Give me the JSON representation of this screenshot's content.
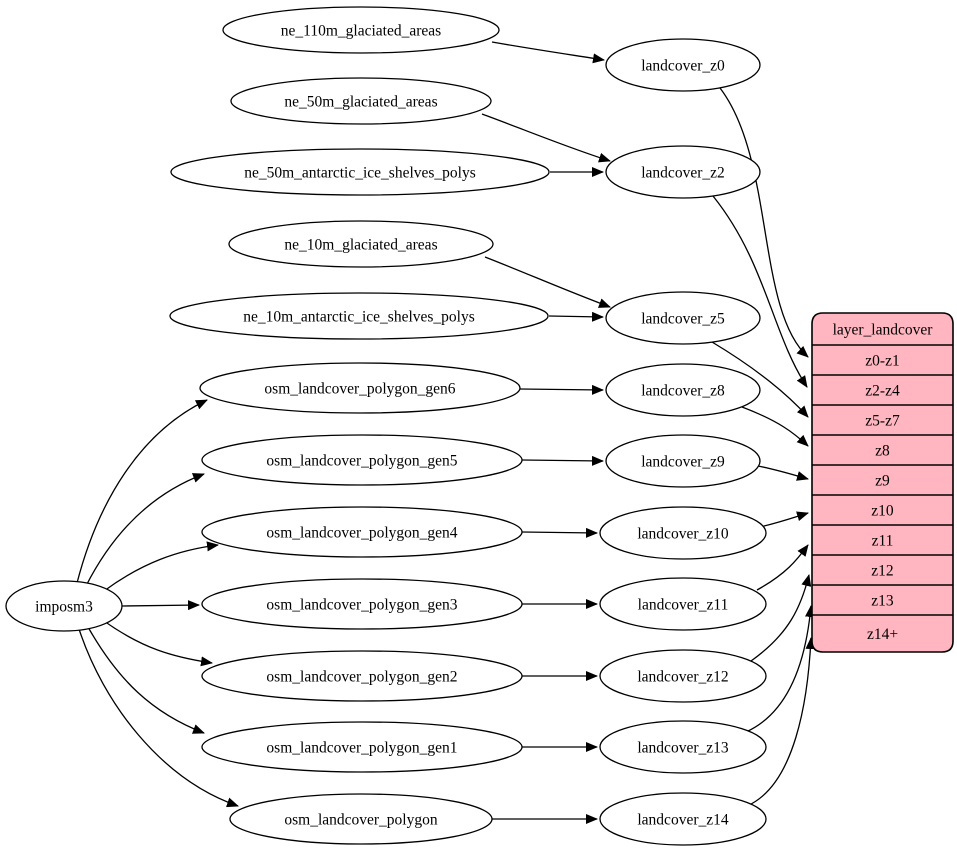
{
  "diagram": {
    "background_color": "#ffffff",
    "line_color": "#000000",
    "text_color": "#000000",
    "table_fill_color": "#ffb6c1"
  },
  "nodes": [
    {
      "id": "imposm3",
      "label": "imposm3"
    },
    {
      "id": "ne_110m_glaciated_areas",
      "label": "ne_110m_glaciated_areas"
    },
    {
      "id": "ne_50m_glaciated_areas",
      "label": "ne_50m_glaciated_areas"
    },
    {
      "id": "ne_50m_antarctic_ice_shelves_polys",
      "label": "ne_50m_antarctic_ice_shelves_polys"
    },
    {
      "id": "ne_10m_glaciated_areas",
      "label": "ne_10m_glaciated_areas"
    },
    {
      "id": "ne_10m_antarctic_ice_shelves_polys",
      "label": "ne_10m_antarctic_ice_shelves_polys"
    },
    {
      "id": "osm_landcover_polygon_gen6",
      "label": "osm_landcover_polygon_gen6"
    },
    {
      "id": "osm_landcover_polygon_gen5",
      "label": "osm_landcover_polygon_gen5"
    },
    {
      "id": "osm_landcover_polygon_gen4",
      "label": "osm_landcover_polygon_gen4"
    },
    {
      "id": "osm_landcover_polygon_gen3",
      "label": "osm_landcover_polygon_gen3"
    },
    {
      "id": "osm_landcover_polygon_gen2",
      "label": "osm_landcover_polygon_gen2"
    },
    {
      "id": "osm_landcover_polygon_gen1",
      "label": "osm_landcover_polygon_gen1"
    },
    {
      "id": "osm_landcover_polygon",
      "label": "osm_landcover_polygon"
    },
    {
      "id": "landcover_z0",
      "label": "landcover_z0"
    },
    {
      "id": "landcover_z2",
      "label": "landcover_z2"
    },
    {
      "id": "landcover_z5",
      "label": "landcover_z5"
    },
    {
      "id": "landcover_z8",
      "label": "landcover_z8"
    },
    {
      "id": "landcover_z9",
      "label": "landcover_z9"
    },
    {
      "id": "landcover_z10",
      "label": "landcover_z10"
    },
    {
      "id": "landcover_z11",
      "label": "landcover_z11"
    },
    {
      "id": "landcover_z12",
      "label": "landcover_z12"
    },
    {
      "id": "landcover_z13",
      "label": "landcover_z13"
    },
    {
      "id": "landcover_z14",
      "label": "landcover_z14"
    }
  ],
  "table": {
    "id": "layer_landcover",
    "title": "layer_landcover",
    "rows": [
      "z0-z1",
      "z2-z4",
      "z5-z7",
      "z8",
      "z9",
      "z10",
      "z11",
      "z12",
      "z13",
      "z14+"
    ]
  },
  "edges": [
    {
      "from": "ne_110m_glaciated_areas",
      "to": "landcover_z0"
    },
    {
      "from": "ne_50m_glaciated_areas",
      "to": "landcover_z2"
    },
    {
      "from": "ne_50m_antarctic_ice_shelves_polys",
      "to": "landcover_z2"
    },
    {
      "from": "ne_10m_glaciated_areas",
      "to": "landcover_z5"
    },
    {
      "from": "ne_10m_antarctic_ice_shelves_polys",
      "to": "landcover_z5"
    },
    {
      "from": "osm_landcover_polygon_gen6",
      "to": "landcover_z8"
    },
    {
      "from": "osm_landcover_polygon_gen5",
      "to": "landcover_z9"
    },
    {
      "from": "osm_landcover_polygon_gen4",
      "to": "landcover_z10"
    },
    {
      "from": "osm_landcover_polygon_gen3",
      "to": "landcover_z11"
    },
    {
      "from": "osm_landcover_polygon_gen2",
      "to": "landcover_z12"
    },
    {
      "from": "osm_landcover_polygon_gen1",
      "to": "landcover_z13"
    },
    {
      "from": "osm_landcover_polygon",
      "to": "landcover_z14"
    },
    {
      "from": "imposm3",
      "to": "osm_landcover_polygon_gen6"
    },
    {
      "from": "imposm3",
      "to": "osm_landcover_polygon_gen5"
    },
    {
      "from": "imposm3",
      "to": "osm_landcover_polygon_gen4"
    },
    {
      "from": "imposm3",
      "to": "osm_landcover_polygon_gen3"
    },
    {
      "from": "imposm3",
      "to": "osm_landcover_polygon_gen2"
    },
    {
      "from": "imposm3",
      "to": "osm_landcover_polygon_gen1"
    },
    {
      "from": "imposm3",
      "to": "osm_landcover_polygon"
    },
    {
      "from": "landcover_z0",
      "to": "layer_landcover",
      "row": "z0-z1"
    },
    {
      "from": "landcover_z2",
      "to": "layer_landcover",
      "row": "z2-z4"
    },
    {
      "from": "landcover_z5",
      "to": "layer_landcover",
      "row": "z5-z7"
    },
    {
      "from": "landcover_z8",
      "to": "layer_landcover",
      "row": "z8"
    },
    {
      "from": "landcover_z9",
      "to": "layer_landcover",
      "row": "z9"
    },
    {
      "from": "landcover_z10",
      "to": "layer_landcover",
      "row": "z10"
    },
    {
      "from": "landcover_z11",
      "to": "layer_landcover",
      "row": "z11"
    },
    {
      "from": "landcover_z12",
      "to": "layer_landcover",
      "row": "z12"
    },
    {
      "from": "landcover_z13",
      "to": "layer_landcover",
      "row": "z13"
    },
    {
      "from": "landcover_z14",
      "to": "layer_landcover",
      "row": "z14+"
    }
  ]
}
